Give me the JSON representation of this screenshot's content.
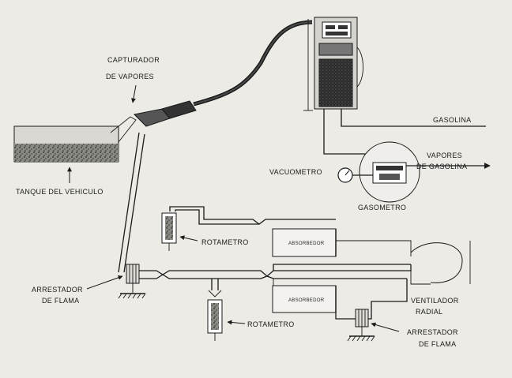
{
  "labels": {
    "capturador_1": "CAPTURADOR",
    "capturador_2": "DE VAPORES",
    "tanque": "TANQUE DEL VEHICULO",
    "gasolina": "GASOLINA",
    "vapores_1": "VAPORES",
    "vapores_2": "DE GASOLINA",
    "vacuometro": "VACUOMETRO",
    "gasometro": "GASOMETRO",
    "rotametro_top": "ROTAMETRO",
    "rotametro_bottom": "ROTAMETRO",
    "absorbedor_top": "ABSORBEDOR",
    "absorbedor_bottom": "ABSORBEDOR",
    "arrestador_left_1": "ARRESTADOR",
    "arrestador_left_2": "DE FLAMA",
    "arrestador_right_1": "ARRESTADOR",
    "arrestador_right_2": "DE FLAMA",
    "ventilador_1": "VENTILADOR",
    "ventilador_2": "RADIAL"
  },
  "colors": {
    "background": "#ecebe6",
    "ink": "#1a1a1a"
  }
}
